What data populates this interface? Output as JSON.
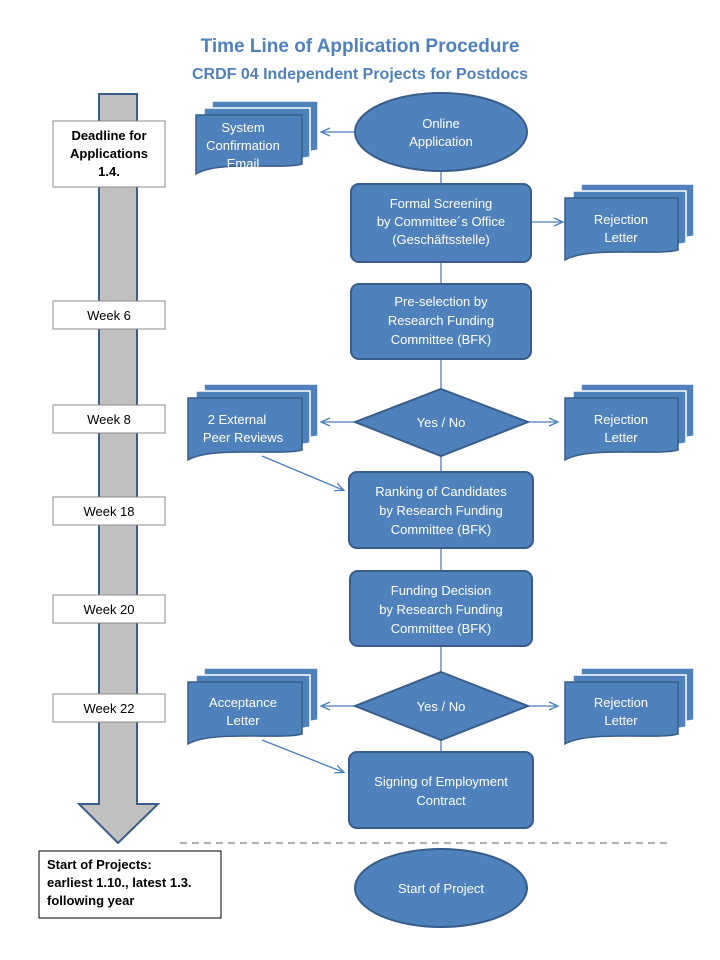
{
  "title": "Time Line of Application Procedure",
  "subtitle": "CRDF 04 Independent Projects for Postdocs",
  "colors": {
    "title": "#4f81bd",
    "node_fill": "#4f81bd",
    "node_stroke": "#385d8a",
    "connector": "#4a7ebb",
    "timeline_fill": "#c0c0c0",
    "timeline_stroke": "#385d8a"
  },
  "timeline": {
    "deadline": [
      "Deadline for",
      "Applications",
      "1.4."
    ],
    "week6": "Week 6",
    "week8": "Week 8",
    "week18": "Week 18",
    "week20": "Week 20",
    "week22": "Week 22",
    "start": [
      "Start of Projects:",
      "earliest 1.10., latest 1.3.",
      "following year"
    ]
  },
  "nodes": {
    "online_application": [
      "Online",
      "Application"
    ],
    "system_email": [
      "System",
      "Confirmation",
      "Email"
    ],
    "formal_screening": [
      "Formal Screening",
      "by Committee´s Office",
      "(Geschäftsstelle)"
    ],
    "rejection1": [
      "Rejection",
      "Letter"
    ],
    "preselection": [
      "Pre-selection  by",
      "Research Funding",
      "Committee (BFK)"
    ],
    "peer_reviews": [
      "2 External",
      "Peer Reviews"
    ],
    "decision1": "Yes / No",
    "rejection2": [
      "Rejection",
      "Letter"
    ],
    "ranking": [
      "Ranking of Candidates",
      "by Research Funding",
      "Committee (BFK)"
    ],
    "funding_decision": [
      "Funding Decision",
      "by Research Funding",
      "Committee (BFK)"
    ],
    "acceptance": [
      "Acceptance",
      "Letter"
    ],
    "decision2": "Yes / No",
    "rejection3": [
      "Rejection",
      "Letter"
    ],
    "signing": [
      "Signing of Employment",
      "Contract"
    ],
    "start_project": "Start of Project"
  }
}
